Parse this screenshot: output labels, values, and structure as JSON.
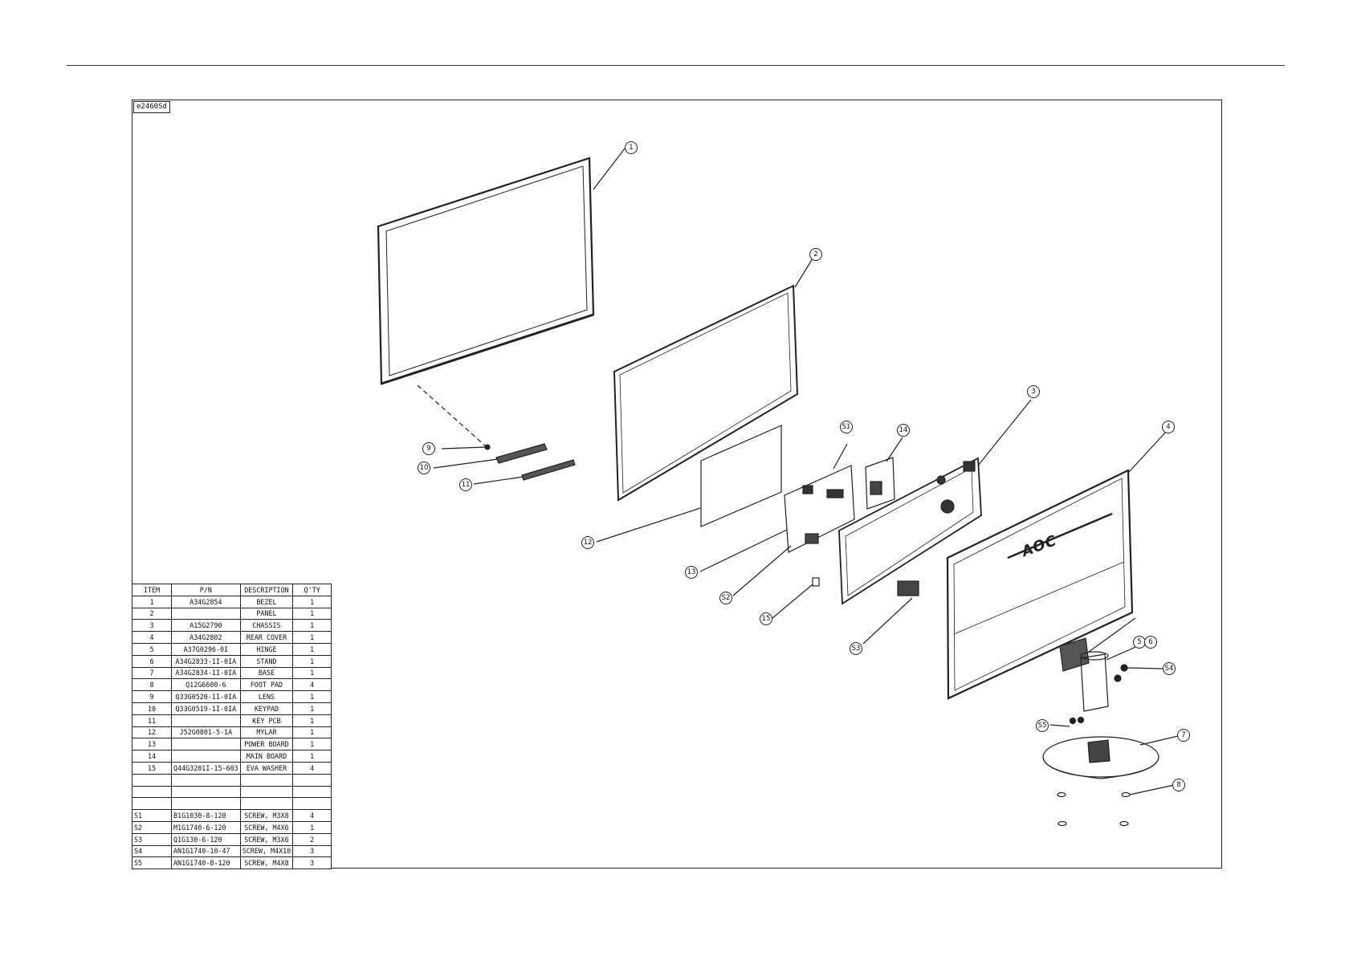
{
  "drawing": {
    "model_tag": "e2460Sd",
    "logo_text": "AOC"
  },
  "bom": {
    "headers": [
      "ITEM",
      "P/N",
      "DESCRIPTION",
      "Q'TY"
    ],
    "rows": [
      [
        "1",
        "A34G2854",
        "BEZEL",
        "1"
      ],
      [
        "2",
        "",
        "PANEL",
        "1"
      ],
      [
        "3",
        "A15G2790",
        "CHASSIS",
        "1"
      ],
      [
        "4",
        "A34G2802",
        "REAR COVER",
        "1"
      ],
      [
        "5",
        "A37G0296-0I",
        "HINGE",
        "1"
      ],
      [
        "6",
        "A34G2833-1I-0IA",
        "STAND",
        "1"
      ],
      [
        "7",
        "A34G2834-1I-0IA",
        "BASE",
        "1"
      ],
      [
        "8",
        "Q12G6600-6",
        "FOOT PAD",
        "4"
      ],
      [
        "9",
        "Q33G0520-1I-0IA",
        "LENS",
        "1"
      ],
      [
        "10",
        "Q33G0519-1I-0IA",
        "KEYPAD",
        "1"
      ],
      [
        "11",
        "",
        "KEY PCB",
        "1"
      ],
      [
        "12",
        "J52G0801-5-1A",
        "MYLAR",
        "1"
      ],
      [
        "13",
        "",
        "POWER BOARD",
        "1"
      ],
      [
        "14",
        "",
        "MAIN BOARD",
        "1"
      ],
      [
        "15",
        "Q44G3201I-15-603",
        "EVA WASHER",
        "4"
      ],
      [
        "",
        "",
        "",
        ""
      ],
      [
        "",
        "",
        "",
        ""
      ],
      [
        "",
        "",
        "",
        ""
      ],
      [
        "S1",
        "B1G1030-8-120",
        "SCREW, M3X8",
        "4"
      ],
      [
        "S2",
        "M1G1740-6-120",
        "SCREW, M4X6",
        "1"
      ],
      [
        "S3",
        "Q1G130-6-120",
        "SCREW, M3X6",
        "2"
      ],
      [
        "S4",
        "AN1G1740-10-47",
        "SCREW, M4X10",
        "3"
      ],
      [
        "S5",
        "AN1G1740-8-120",
        "SCREW, M4X8",
        "3"
      ]
    ]
  },
  "callouts": [
    "1",
    "2",
    "3",
    "4",
    "5",
    "6",
    "7",
    "8",
    "9",
    "10",
    "11",
    "12",
    "13",
    "14",
    "15",
    "S1",
    "S2",
    "S3",
    "S4",
    "S5"
  ]
}
